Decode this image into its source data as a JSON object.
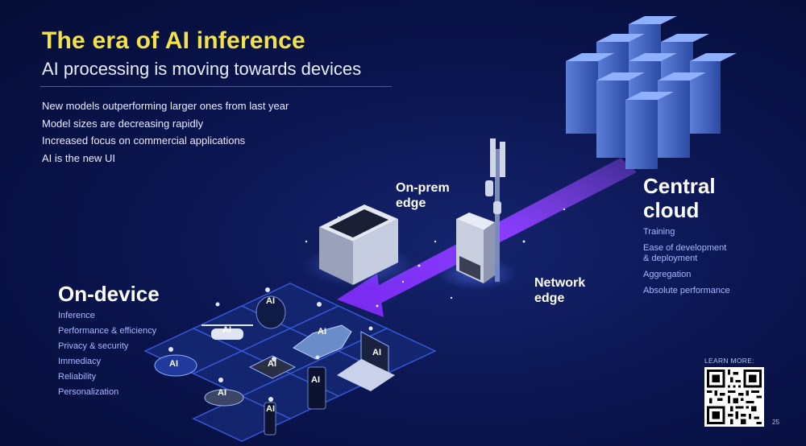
{
  "header": {
    "title": "The era of AI inference",
    "subtitle": "AI processing is moving towards devices"
  },
  "bullets": [
    "New models outperforming larger ones from last year",
    "Model sizes are decreasing rapidly",
    "Increased focus on commercial applications",
    "AI is the new UI"
  ],
  "central_cloud": {
    "title_line1": "Central",
    "title_line2": "cloud",
    "items": [
      "Training",
      "Ease of development",
      "& deployment",
      "Aggregation",
      "Absolute performance"
    ]
  },
  "on_prem_edge": {
    "line1": "On-prem",
    "line2": "edge"
  },
  "network_edge": {
    "line1": "Network",
    "line2": "edge"
  },
  "on_device": {
    "title": "On-device",
    "items": [
      "Inference",
      "Performance & efficiency",
      "Privacy & security",
      "Immediacy",
      "Reliability",
      "Personalization"
    ]
  },
  "ai_tag": "AI",
  "learn_more": "LEARN MORE:",
  "page_number": "25",
  "colors": {
    "title": "#f2e24a",
    "arrow": "#8a3cff",
    "background": "#0b1550",
    "list_text": "#a9b8ff"
  },
  "icons": [
    "server-rack-icon",
    "cell-tower-icon",
    "edge-server-icon",
    "network-box-icon",
    "drone-icon",
    "car-icon",
    "laptop-icon",
    "robot-vacuum-icon",
    "phone-icon",
    "router-icon",
    "qr-code-icon"
  ]
}
